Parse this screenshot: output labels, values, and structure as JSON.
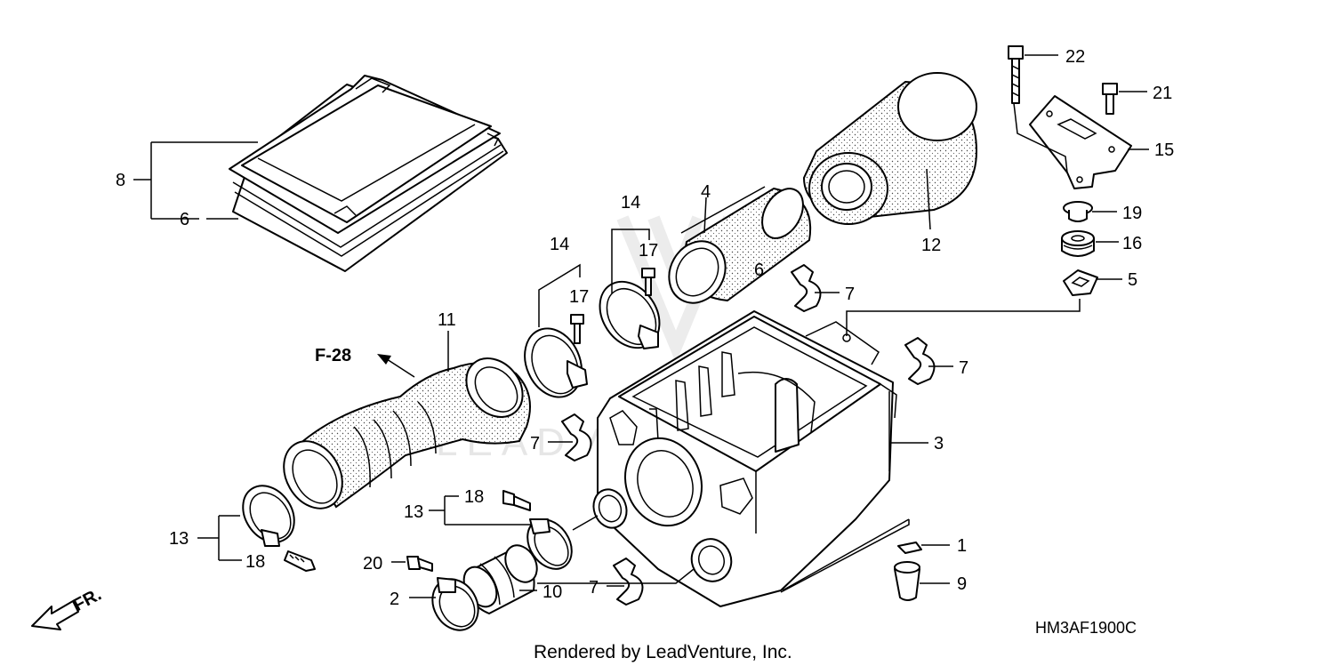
{
  "diagram_code": "HM3AF1900C",
  "footer": "Rendered by LeadVenture, Inc.",
  "watermark": "LEADVENTURE",
  "reference": "F-28",
  "direction": "FR.",
  "callouts": {
    "c1": "1",
    "c2": "2",
    "c3": "3",
    "c4": "4",
    "c5": "5",
    "c6": "6",
    "c6b": "6",
    "c7a": "7",
    "c7b": "7",
    "c7c": "7",
    "c7d": "7",
    "c8": "8",
    "c9": "9",
    "c10": "10",
    "c11": "11",
    "c12": "12",
    "c13a": "13",
    "c13b": "13",
    "c14a": "14",
    "c14b": "14",
    "c15": "15",
    "c16": "16",
    "c17a": "17",
    "c17b": "17",
    "c18a": "18",
    "c18b": "18",
    "c19": "19",
    "c20": "20",
    "c21": "21",
    "c22": "22"
  }
}
